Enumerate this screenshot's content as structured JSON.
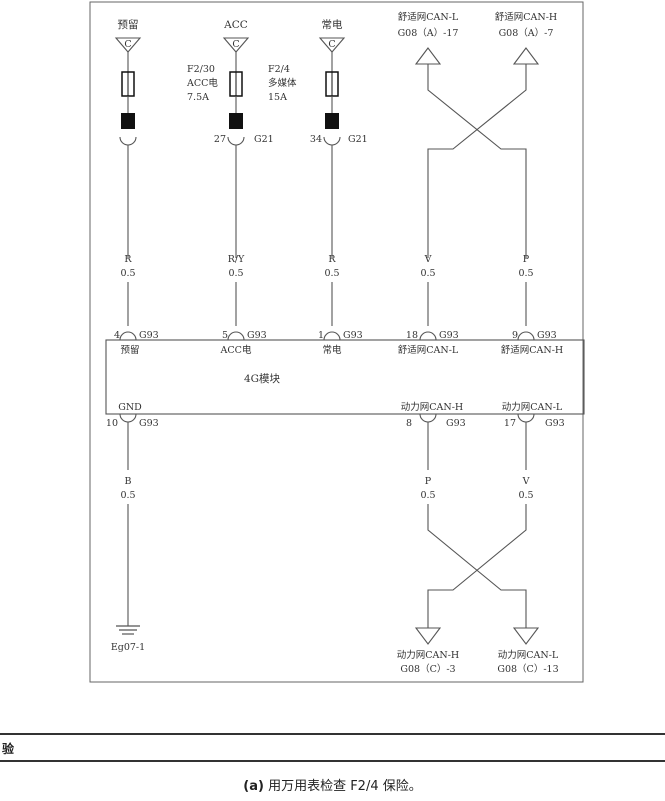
{
  "top_sources": [
    {
      "id": "reserve",
      "name": "预留",
      "pin_type": "C"
    },
    {
      "id": "acc",
      "name": "ACC",
      "pin_type": "C"
    },
    {
      "id": "const",
      "name": "常电",
      "pin_type": "C"
    }
  ],
  "fuses": [
    {
      "id": "f230",
      "code": "F2/30",
      "desc": "ACC电",
      "rating": "7.5A"
    },
    {
      "id": "f24",
      "code": "F2/4",
      "desc": "多媒体",
      "rating": "15A"
    }
  ],
  "g21_pins": [
    {
      "id": "acc",
      "pin": "27",
      "conn": "G21"
    },
    {
      "id": "const",
      "pin": "34",
      "conn": "G21"
    }
  ],
  "comfort_can_top": [
    {
      "id": "l",
      "name": "舒适网CAN-L",
      "ref": "G08（A）-17"
    },
    {
      "id": "h",
      "name": "舒适网CAN-H",
      "ref": "G08（A）-7"
    }
  ],
  "wires_upper": [
    {
      "id": "reserve",
      "color": "R",
      "gauge": "0.5"
    },
    {
      "id": "acc",
      "color": "R/Y",
      "gauge": "0.5"
    },
    {
      "id": "const",
      "color": "R",
      "gauge": "0.5"
    },
    {
      "id": "canl",
      "color": "V",
      "gauge": "0.5"
    },
    {
      "id": "canh",
      "color": "P",
      "gauge": "0.5"
    }
  ],
  "module": {
    "name": "4G模块",
    "top_pins": [
      {
        "id": "reserve",
        "pin": "4",
        "conn": "G93",
        "label": "预留"
      },
      {
        "id": "acc",
        "pin": "5",
        "conn": "G93",
        "label": "ACC电"
      },
      {
        "id": "const",
        "pin": "1",
        "conn": "G93",
        "label": "常电"
      },
      {
        "id": "canl",
        "pin": "18",
        "conn": "G93",
        "label": "舒适网CAN-L"
      },
      {
        "id": "canh",
        "pin": "9",
        "conn": "G93",
        "label": "舒适网CAN-H"
      }
    ],
    "bottom_pins": [
      {
        "id": "gnd",
        "pin": "10",
        "conn": "G93",
        "label": "GND"
      },
      {
        "id": "ptcanh",
        "pin": "8",
        "conn": "G93",
        "label": "动力网CAN-H"
      },
      {
        "id": "ptcanl",
        "pin": "17",
        "conn": "G93",
        "label": "动力网CAN-L"
      }
    ]
  },
  "wires_lower": [
    {
      "id": "gnd",
      "color": "B",
      "gauge": "0.5"
    },
    {
      "id": "ptcanh",
      "color": "P",
      "gauge": "0.5"
    },
    {
      "id": "ptcanl",
      "color": "V",
      "gauge": "0.5"
    }
  ],
  "ground": {
    "name": "Eg07-1"
  },
  "power_can_bottom": [
    {
      "id": "h",
      "name": "动力网CAN-H",
      "ref": "G08（C）-3"
    },
    {
      "id": "l",
      "name": "动力网CAN-L",
      "ref": "G08（C）-13"
    }
  ],
  "footer": {
    "section_heading": "验",
    "caption_tag": "(a)",
    "caption_text": "用万用表检查 F2/4 保险。"
  },
  "colors": {
    "line": "#555555",
    "fuse_block": "#111111",
    "text": "#333333"
  }
}
